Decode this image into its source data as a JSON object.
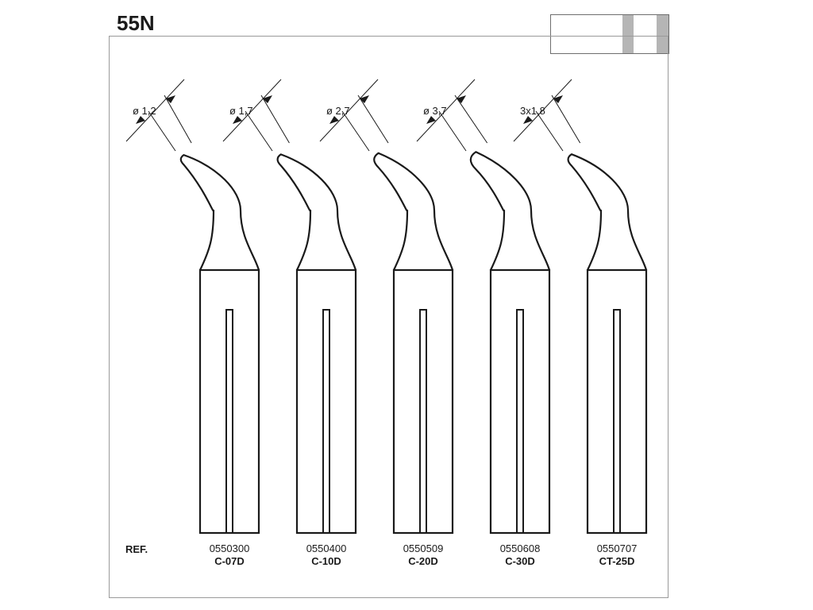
{
  "title": "55N",
  "ref_label": "REF.",
  "header_swatch": {
    "light": "#ffffff",
    "dark": "#b5b5b5",
    "border": "#6e6e6e"
  },
  "tips": [
    {
      "dimension": "ø 1,2",
      "code": "0550300",
      "model": "C-07D",
      "tip_width": 1.2
    },
    {
      "dimension": "ø 1,7",
      "code": "0550400",
      "model": "C-10D",
      "tip_width": 1.7
    },
    {
      "dimension": "ø 2,7",
      "code": "0550509",
      "model": "C-20D",
      "tip_width": 2.7
    },
    {
      "dimension": "ø 3,7",
      "code": "0550608",
      "model": "C-30D",
      "tip_width": 3.7
    },
    {
      "dimension": "3x1,8",
      "code": "0550707",
      "model": "CT-25D",
      "tip_width": 1.8
    }
  ]
}
